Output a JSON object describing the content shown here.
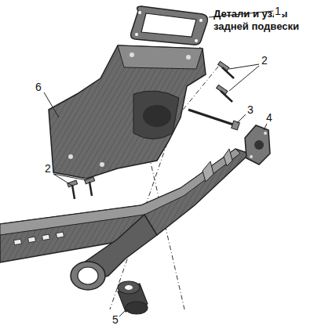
{
  "diagram": {
    "title": "Детали и узлы задней подвески",
    "labels": [
      "1",
      "2",
      "6",
      "3",
      "4",
      "2",
      "5"
    ]
  }
}
